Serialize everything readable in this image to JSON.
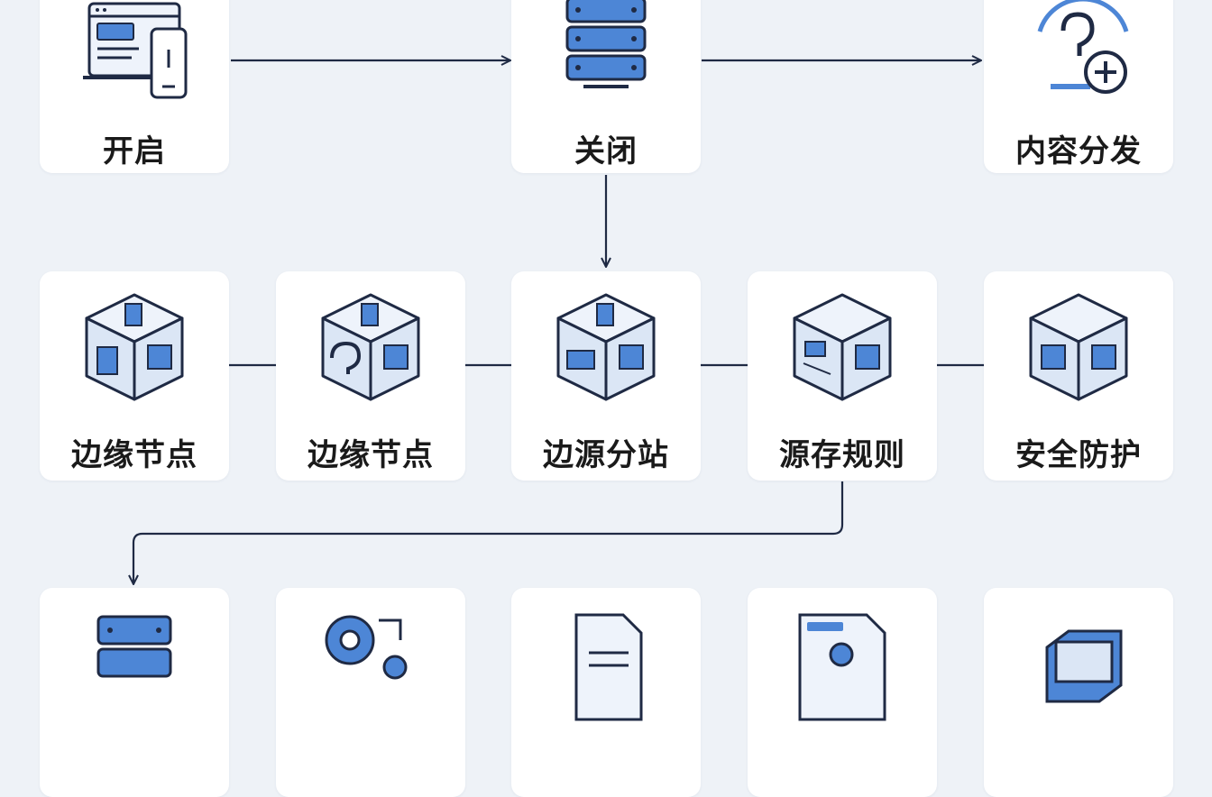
{
  "colors": {
    "accent": "#4d86d6",
    "accent_light": "#dbe6f5",
    "stroke": "#1f2a44",
    "card": "#ffffff",
    "background": "#eef2f7"
  },
  "row1": [
    {
      "label": "开启",
      "icon": "browser-tablet-icon"
    },
    {
      "label": "关闭",
      "icon": "server-rack-icon"
    },
    {
      "label": "内容分发",
      "icon": "question-add-icon"
    }
  ],
  "row2": [
    {
      "label": "边缘节点",
      "icon": "cube-document-icon"
    },
    {
      "label": "边缘节点",
      "icon": "cube-question-icon"
    },
    {
      "label": "边源分站",
      "icon": "cube-tray-icon"
    },
    {
      "label": "源存规则",
      "icon": "cube-doc-chip-icon"
    },
    {
      "label": "安全防护",
      "icon": "cube-chip-icon"
    }
  ],
  "row3": [
    {
      "label": "",
      "icon": "server-icon"
    },
    {
      "label": "",
      "icon": "gears-icon"
    },
    {
      "label": "",
      "icon": "document-icon"
    },
    {
      "label": "",
      "icon": "user-profile-icon"
    },
    {
      "label": "",
      "icon": "monitor-gear-icon"
    }
  ]
}
